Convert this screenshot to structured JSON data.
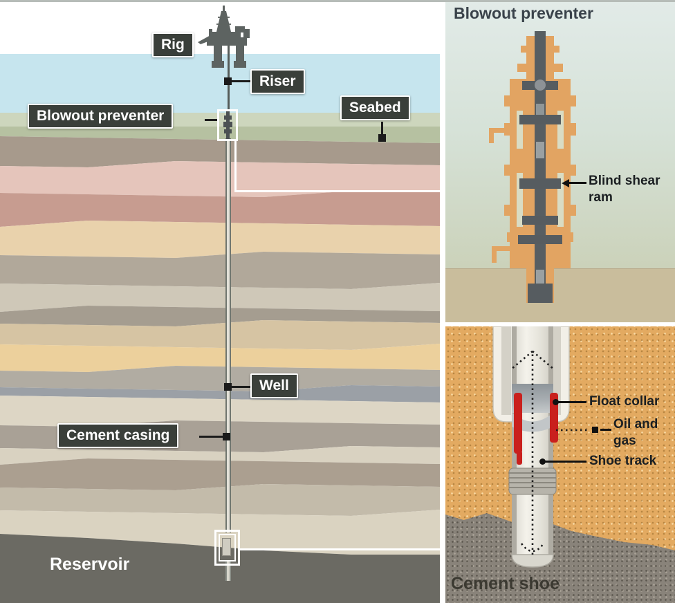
{
  "left_panel": {
    "labels": {
      "rig": "Rig",
      "riser": "Riser",
      "blowout_preventer": "Blowout preventer",
      "seabed": "Seabed",
      "well": "Well",
      "cement_casing": "Cement casing",
      "reservoir": "Reservoir"
    },
    "colors": {
      "sky": "#ffffff",
      "water": "#c6e5ee",
      "seabed_green_light": "#cdd6bd",
      "seabed_green": "#b6c1a1",
      "reservoir": "#6b6a63",
      "label_box": "#3a3f3a",
      "label_text": "#ffffff"
    },
    "strata_colors": [
      "#a79a8c",
      "#e5c5bb",
      "#c79c90",
      "#e9d2ac",
      "#b1a89a",
      "#cfc8b8",
      "#a59d90",
      "#d6c4a3",
      "#ecd09c",
      "#b1aca2",
      "#9ba0a6",
      "#ddd6c5",
      "#a9a196",
      "#d9d2c1",
      "#ab9f90",
      "#c3bbaa",
      "#dad3c1"
    ]
  },
  "top_right_panel": {
    "title": "Blowout preventer",
    "blind_shear_ram_lines": [
      "Blind shear",
      "ram"
    ],
    "colors": {
      "bg_top": "#e2ebe8",
      "bg_bottom": "#cbd2ba",
      "ground": "#c9bd9c",
      "bop_body_orange": "#e2a462",
      "bop_dark": "#575e62"
    }
  },
  "bottom_right_panel": {
    "title": "Cement shoe",
    "labels": {
      "float_collar": "Float collar",
      "oil_and_gas_lines": [
        "Oil and",
        "gas"
      ],
      "shoe_track": "Shoe track"
    },
    "colors": {
      "rock_orange": "#e3aa61",
      "reservoir_rock": "#89837a",
      "casing_light": "#f2efe7",
      "float_collar_red": "#c9201d"
    }
  }
}
